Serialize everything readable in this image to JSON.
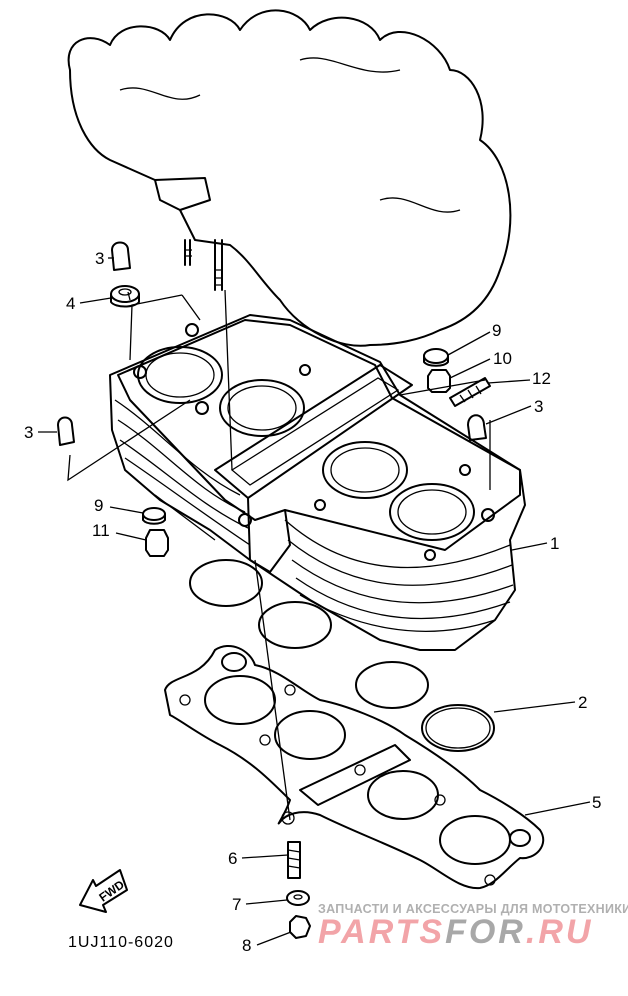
{
  "diagram": {
    "part_number": "1UJ110-6020",
    "fwd_label": "FWD",
    "callouts": [
      {
        "id": "c3a",
        "text": "3"
      },
      {
        "id": "c4",
        "text": "4"
      },
      {
        "id": "c9a",
        "text": "9"
      },
      {
        "id": "c10",
        "text": "10"
      },
      {
        "id": "c12",
        "text": "12"
      },
      {
        "id": "c3b",
        "text": "3"
      },
      {
        "id": "c3c",
        "text": "3"
      },
      {
        "id": "c9b",
        "text": "9"
      },
      {
        "id": "c11",
        "text": "11"
      },
      {
        "id": "c1",
        "text": "1"
      },
      {
        "id": "c2",
        "text": "2"
      },
      {
        "id": "c5",
        "text": "5"
      },
      {
        "id": "c6",
        "text": "6"
      },
      {
        "id": "c7",
        "text": "7"
      },
      {
        "id": "c8",
        "text": "8"
      }
    ]
  },
  "watermark": {
    "tagline": "ЗАПЧАСТИ И АКСЕССУАРЫ ДЛЯ МОТОТЕХНИКИ",
    "logo_part1": "PARTS",
    "logo_part2": "FOR",
    "logo_part3": ".RU",
    "colors": {
      "pink": "#f2a4a8",
      "gray": "#a8a8a8"
    }
  }
}
